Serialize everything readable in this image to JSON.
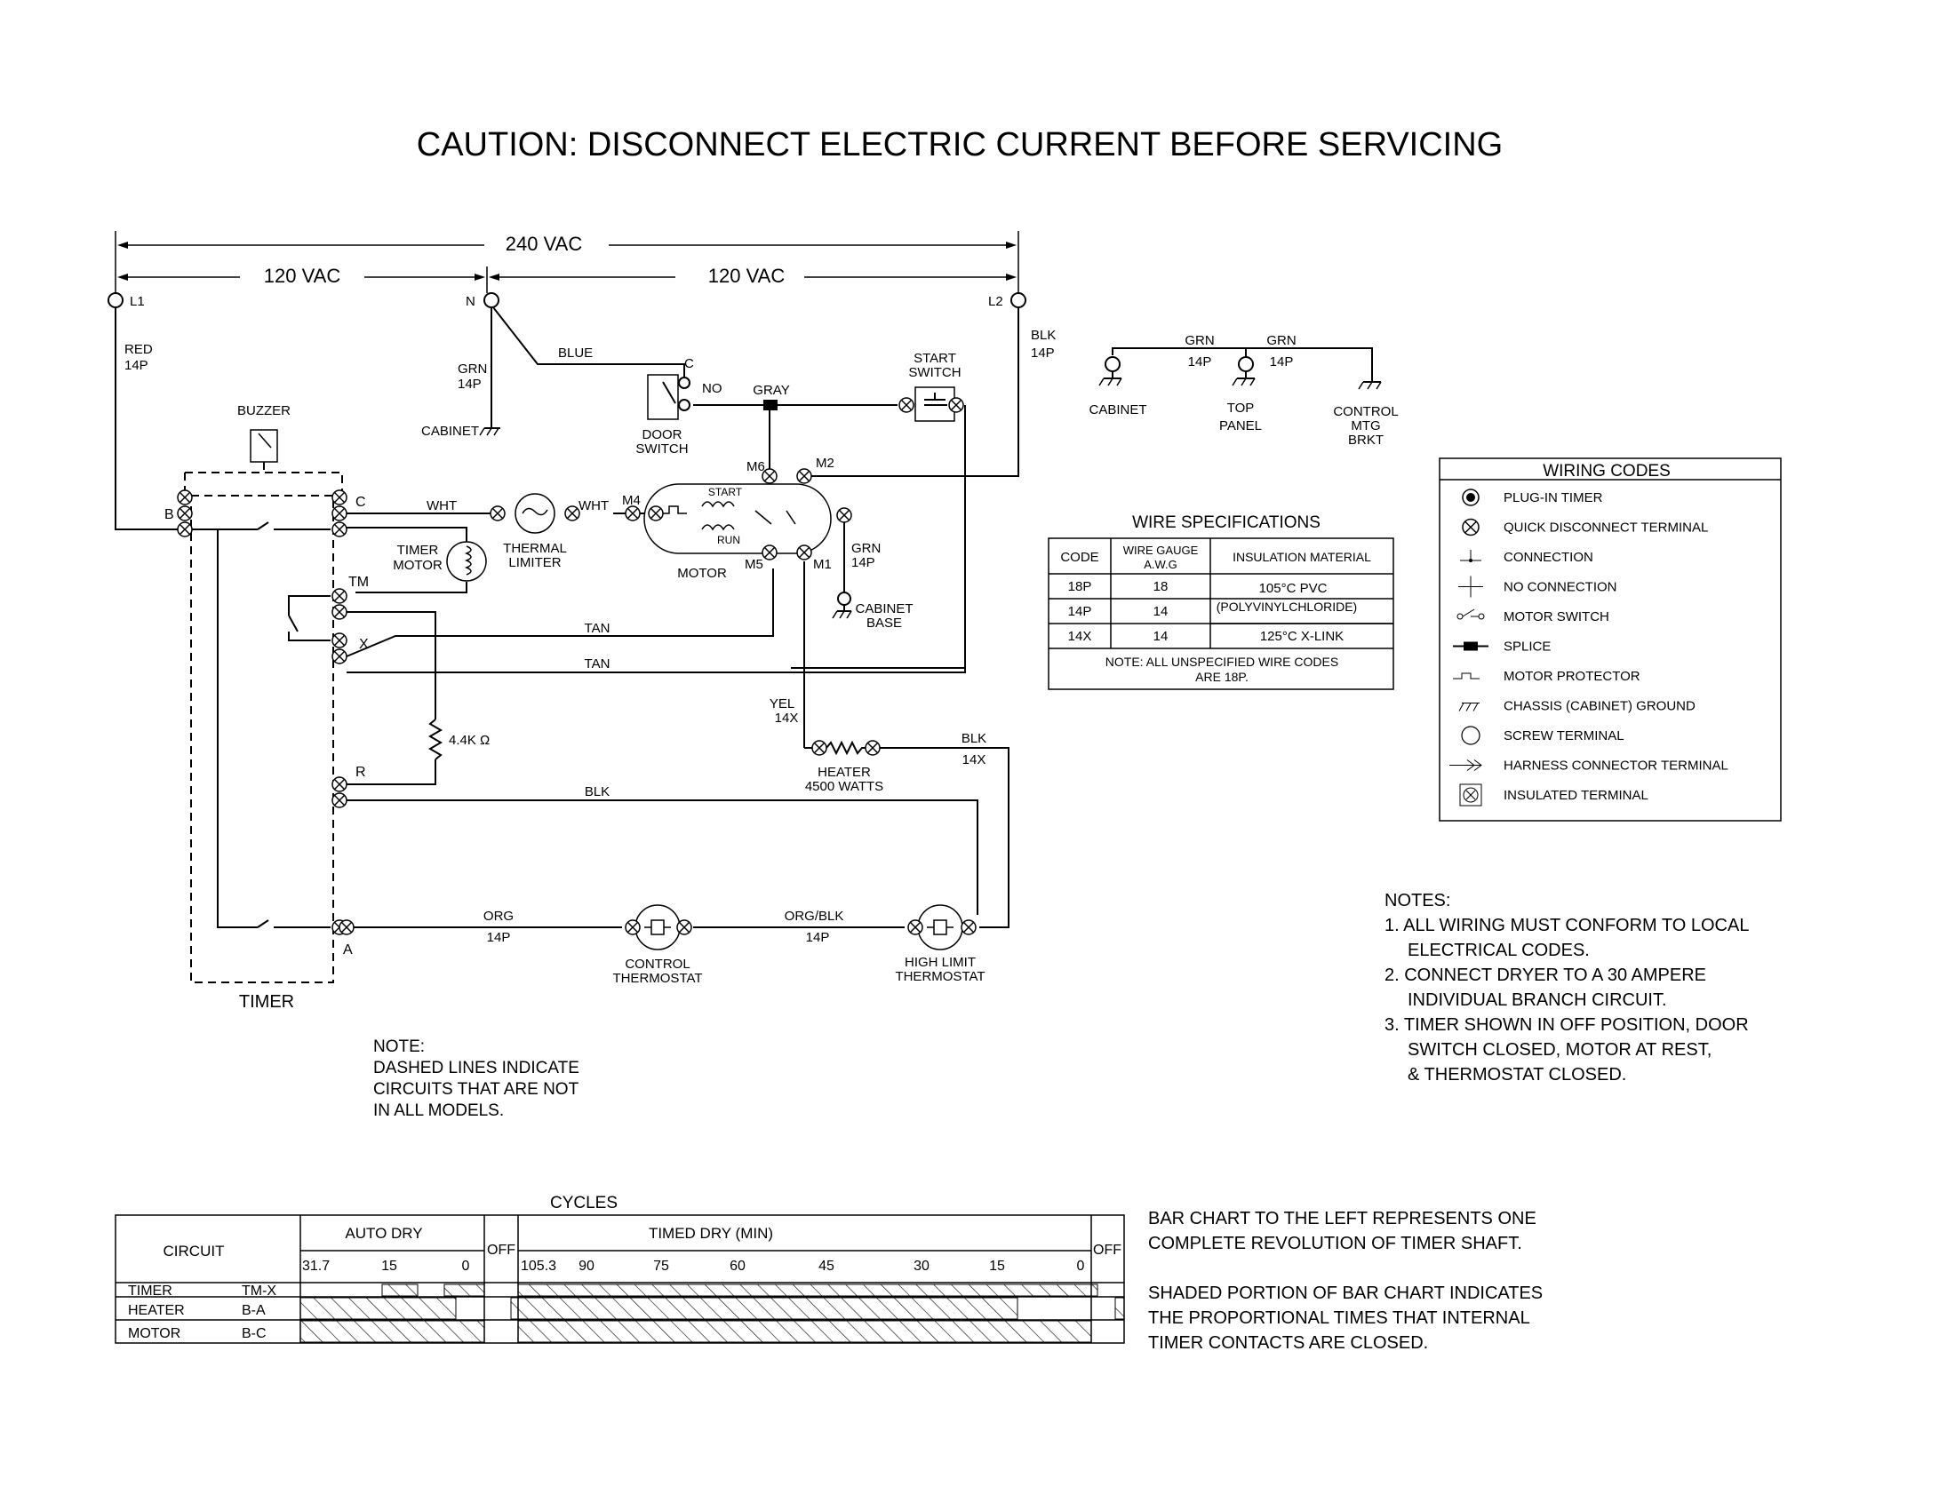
{
  "title": "CAUTION: DISCONNECT ELECTRIC CURRENT BEFORE SERVICING",
  "voltage": {
    "total": "240 VAC",
    "left": "120 VAC",
    "right": "120 VAC"
  },
  "terminals": {
    "l1": "L1",
    "n": "N",
    "l2": "L2"
  },
  "wire_labels": {
    "red": "RED",
    "red_gauge": "14P",
    "grn": "GRN",
    "grn_gauge": "14P",
    "blue": "BLUE",
    "blk": "BLK",
    "blk_gauge": "14P",
    "gray": "GRAY",
    "wht1": "WHT",
    "wht2": "WHT",
    "tan1": "TAN",
    "tan2": "TAN",
    "grn_motor": "GRN",
    "grn_motor_gauge": "14P",
    "yel": "YEL",
    "yel_gauge": "14X",
    "blk_heater": "BLK",
    "blk_heater_gauge": "14X",
    "blk_r": "BLK",
    "org": "ORG",
    "org_gauge": "14P",
    "orgblk": "ORG/BLK",
    "orgblk_gauge": "14P"
  },
  "components": {
    "cabinet": "CABINET",
    "buzzer": "BUZZER",
    "door_c": "C",
    "door_no": "NO",
    "door_switch": [
      "DOOR",
      "SWITCH"
    ],
    "start_switch": [
      "START",
      "SWITCH"
    ],
    "timer_motor": [
      "TIMER",
      "MOTOR"
    ],
    "thermal_limiter": [
      "THERMAL",
      "LIMITER"
    ],
    "motor": "MOTOR",
    "motor_start": "START",
    "motor_run": "RUN",
    "m1": "M1",
    "m2": "M2",
    "m4": "M4",
    "m5": "M5",
    "m6": "M6",
    "cabinet_base": [
      "CABINET",
      "BASE"
    ],
    "resistor": "4.4K Ω",
    "heater": [
      "HEATER",
      "4500 WATTS"
    ],
    "control_thermostat": [
      "CONTROL",
      "THERMOSTAT"
    ],
    "high_limit_thermostat": [
      "HIGH LIMIT",
      "THERMOSTAT"
    ],
    "timer": "TIMER",
    "t_b": "B",
    "t_c": "C",
    "t_tm": "TM",
    "t_x": "X",
    "t_r": "R",
    "t_a": "A"
  },
  "ground_group": {
    "grn1": "GRN",
    "grn2": "GRN",
    "gauge1": "14P",
    "gauge2": "14P",
    "cabinet": "CABINET",
    "top_panel": [
      "TOP",
      "PANEL"
    ],
    "control": [
      "CONTROL",
      "MTG",
      "BRKT"
    ]
  },
  "wire_specs": {
    "title": "WIRE SPECIFICATIONS",
    "headers": [
      "CODE",
      "WIRE GAUGE A.W.G",
      "INSULATION MATERIAL"
    ],
    "rows": [
      {
        "code": "18P",
        "gauge": "18"
      },
      {
        "code": "14P",
        "gauge": "14"
      },
      {
        "code": "14X",
        "gauge": "14",
        "material": "125°C X-LINK"
      }
    ],
    "pvc": [
      "105°C PVC",
      "(POLYVINYLCHLORIDE)"
    ],
    "note": [
      "NOTE: ALL UNSPECIFIED WIRE CODES",
      "ARE 18P."
    ]
  },
  "wiring_codes": {
    "title": "WIRING CODES",
    "items": [
      {
        "icon": "plug-in-timer-icon",
        "label": "PLUG-IN TIMER"
      },
      {
        "icon": "quick-disconnect-icon",
        "label": "QUICK DISCONNECT TERMINAL"
      },
      {
        "icon": "connection-icon",
        "label": "CONNECTION"
      },
      {
        "icon": "no-connection-icon",
        "label": "NO CONNECTION"
      },
      {
        "icon": "motor-switch-icon",
        "label": "MOTOR SWITCH"
      },
      {
        "icon": "splice-icon",
        "label": "SPLICE"
      },
      {
        "icon": "motor-protector-icon",
        "label": "MOTOR PROTECTOR"
      },
      {
        "icon": "chassis-ground-icon",
        "label": "CHASSIS (CABINET) GROUND"
      },
      {
        "icon": "screw-terminal-icon",
        "label": "SCREW TERMINAL"
      },
      {
        "icon": "harness-connector-icon",
        "label": "HARNESS CONNECTOR TERMINAL"
      },
      {
        "icon": "insulated-terminal-icon",
        "label": "INSULATED TERMINAL"
      }
    ]
  },
  "notes": {
    "title": "NOTES:",
    "lines": [
      "1. ALL WIRING MUST CONFORM TO LOCAL",
      "ELECTRICAL CODES.",
      "2. CONNECT DRYER TO A 30 AMPERE",
      "INDIVIDUAL BRANCH CIRCUIT.",
      "3. TIMER SHOWN IN OFF POSITION, DOOR",
      "SWITCH CLOSED, MOTOR AT REST,",
      "& THERMOSTAT CLOSED."
    ]
  },
  "dashed_note": [
    "NOTE:",
    "DASHED LINES INDICATE",
    "CIRCUITS THAT ARE NOT",
    "IN ALL MODELS."
  ],
  "cycles": {
    "title": "CYCLES",
    "circuit_header": "CIRCUIT",
    "auto_dry": "AUTO DRY",
    "timed_dry": "TIMED DRY (MIN)",
    "off": "OFF",
    "auto_ticks": [
      "31.7",
      "15",
      "0"
    ],
    "timed_ticks": [
      "105.3",
      "90",
      "75",
      "60",
      "45",
      "30",
      "15",
      "0"
    ],
    "rows": [
      {
        "name": "TIMER",
        "contact": "TM-X"
      },
      {
        "name": "HEATER",
        "contact": "B-A"
      },
      {
        "name": "MOTOR",
        "contact": "B-C"
      }
    ],
    "explanation": [
      "BAR CHART TO THE LEFT REPRESENTS ONE",
      "COMPLETE REVOLUTION OF TIMER SHAFT.",
      "",
      "SHADED PORTION OF BAR CHART INDICATES",
      "THE PROPORTIONAL TIMES THAT INTERNAL",
      "TIMER CONTACTS ARE CLOSED."
    ]
  }
}
